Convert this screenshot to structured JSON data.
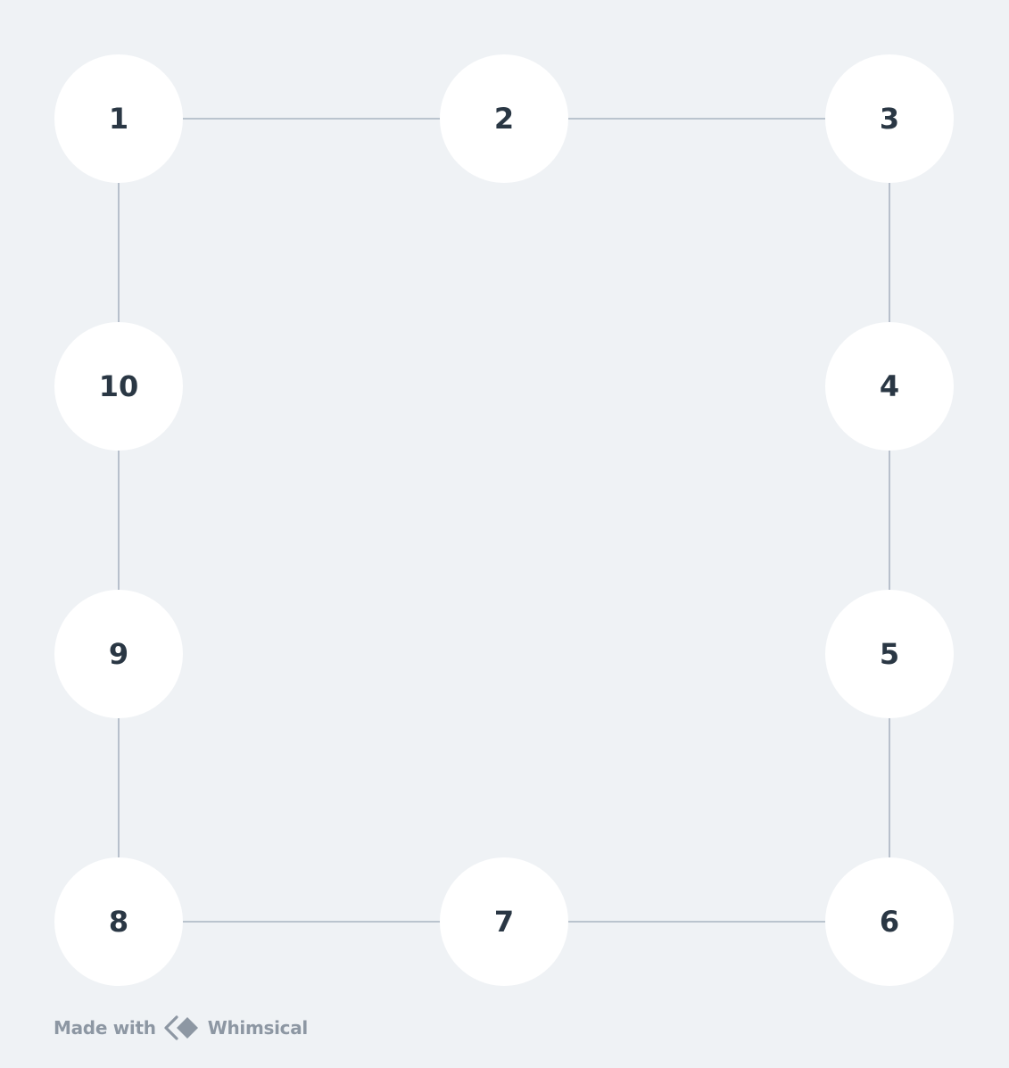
{
  "nodes": [
    {
      "id": "1",
      "label": "1"
    },
    {
      "id": "2",
      "label": "2"
    },
    {
      "id": "3",
      "label": "3"
    },
    {
      "id": "4",
      "label": "4"
    },
    {
      "id": "5",
      "label": "5"
    },
    {
      "id": "6",
      "label": "6"
    },
    {
      "id": "7",
      "label": "7"
    },
    {
      "id": "8",
      "label": "8"
    },
    {
      "id": "9",
      "label": "9"
    },
    {
      "id": "10",
      "label": "10"
    }
  ],
  "edges": [
    [
      "1",
      "2"
    ],
    [
      "2",
      "3"
    ],
    [
      "3",
      "4"
    ],
    [
      "4",
      "5"
    ],
    [
      "5",
      "6"
    ],
    [
      "6",
      "7"
    ],
    [
      "7",
      "8"
    ],
    [
      "8",
      "9"
    ],
    [
      "9",
      "10"
    ],
    [
      "10",
      "1"
    ]
  ],
  "watermark": {
    "prefix": "Made with",
    "brand": "Whimsical",
    "icon": "whimsical-logo-icon"
  },
  "colors": {
    "background": "#eff2f5",
    "node_fill": "#ffffff",
    "node_text": "#2a3744",
    "connector": "#a9b4c2",
    "watermark_text": "#8d97a3"
  }
}
